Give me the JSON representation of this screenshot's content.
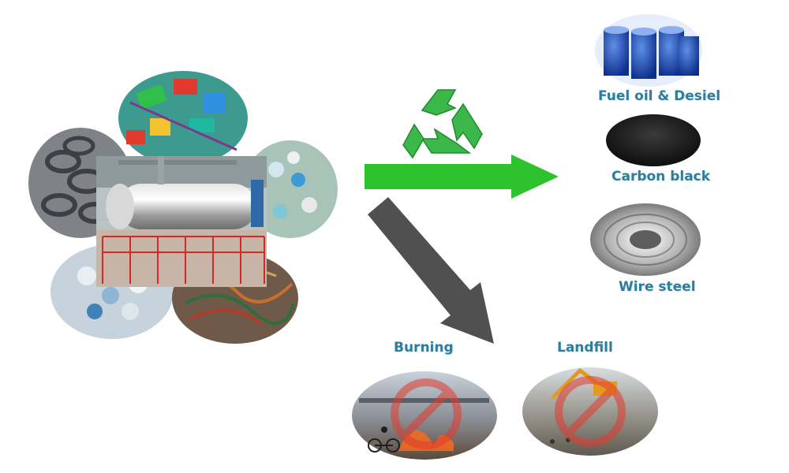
{
  "products": {
    "fuel_oil": "Fuel oil & Desiel",
    "carbon_black": "Carbon black",
    "wire_steel": "Wire steel"
  },
  "disposal": {
    "burning": "Burning",
    "landfill": "Landfill"
  },
  "colors": {
    "label": "#2e7d9c",
    "green_arrow": "#2fc22f",
    "gray_arrow": "#505050",
    "prohibited": "#e23b2e",
    "recycle": "#3cb84a"
  },
  "icons": {
    "recycle": "recycle-icon",
    "prohibited": "prohibited-icon"
  }
}
